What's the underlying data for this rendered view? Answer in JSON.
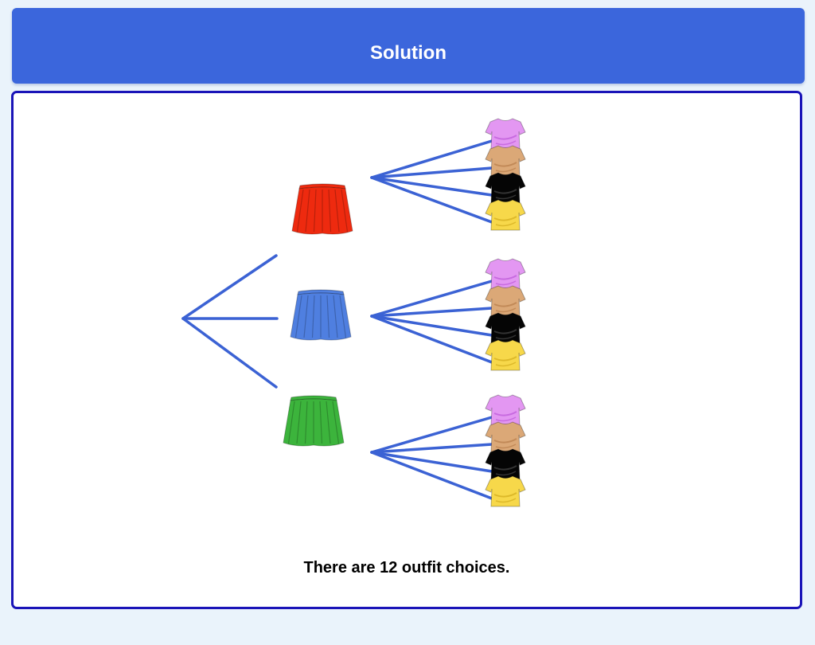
{
  "header": {
    "title": "Solution"
  },
  "diagram": {
    "skirts": [
      {
        "name": "red-skirt",
        "color": "#ee2a0f"
      },
      {
        "name": "blue-skirt",
        "color": "#4f7fe0"
      },
      {
        "name": "green-skirt",
        "color": "#3cb43c"
      }
    ],
    "shirts": [
      {
        "name": "pink-shirt",
        "color": "#e397f2",
        "shade": "#c86be0"
      },
      {
        "name": "tan-shirt",
        "color": "#dba877",
        "shade": "#c28a58"
      },
      {
        "name": "black-shirt",
        "color": "#050505",
        "shade": "#333333"
      },
      {
        "name": "yellow-shirt",
        "color": "#f7d84a",
        "shade": "#ddb92a"
      }
    ],
    "line_color": "#3b62d4"
  },
  "caption": "There are 12 outfit choices."
}
